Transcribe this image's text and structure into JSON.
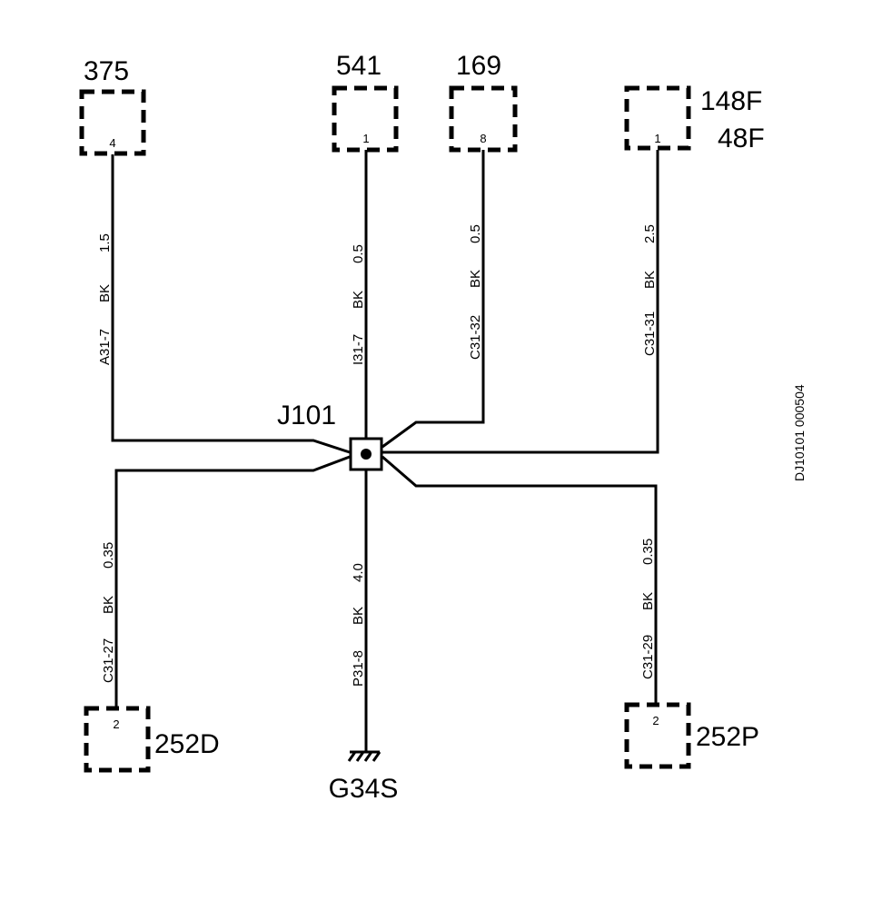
{
  "junction": {
    "name": "J101"
  },
  "ground": {
    "name": "G34S"
  },
  "document_id": "DJ10101 000504",
  "connectors": {
    "c375": {
      "name": "375",
      "pin": "4"
    },
    "c541": {
      "name": "541",
      "pin": "1"
    },
    "c169": {
      "name": "169",
      "pin": "8"
    },
    "c148F": {
      "name": "148F",
      "name2": "48F",
      "pin": "1"
    },
    "c252D": {
      "name": "252D",
      "pin": "2"
    },
    "c252P": {
      "name": "252P",
      "pin": "2"
    }
  },
  "wires": {
    "w375": {
      "circuit": "A31-7",
      "color": "BK",
      "gauge": "1.5"
    },
    "w541": {
      "circuit": "I31-7",
      "color": "BK",
      "gauge": "0.5"
    },
    "w169": {
      "circuit": "C31-32",
      "color": "BK",
      "gauge": "0.5"
    },
    "w148F": {
      "circuit": "C31-31",
      "color": "BK",
      "gauge": "2.5"
    },
    "w252D": {
      "circuit": "C31-27",
      "color": "BK",
      "gauge": "0.35"
    },
    "wG34S": {
      "circuit": "P31-8",
      "color": "BK",
      "gauge": "4.0"
    },
    "w252P": {
      "circuit": "C31-29",
      "color": "BK",
      "gauge": "0.35"
    }
  }
}
